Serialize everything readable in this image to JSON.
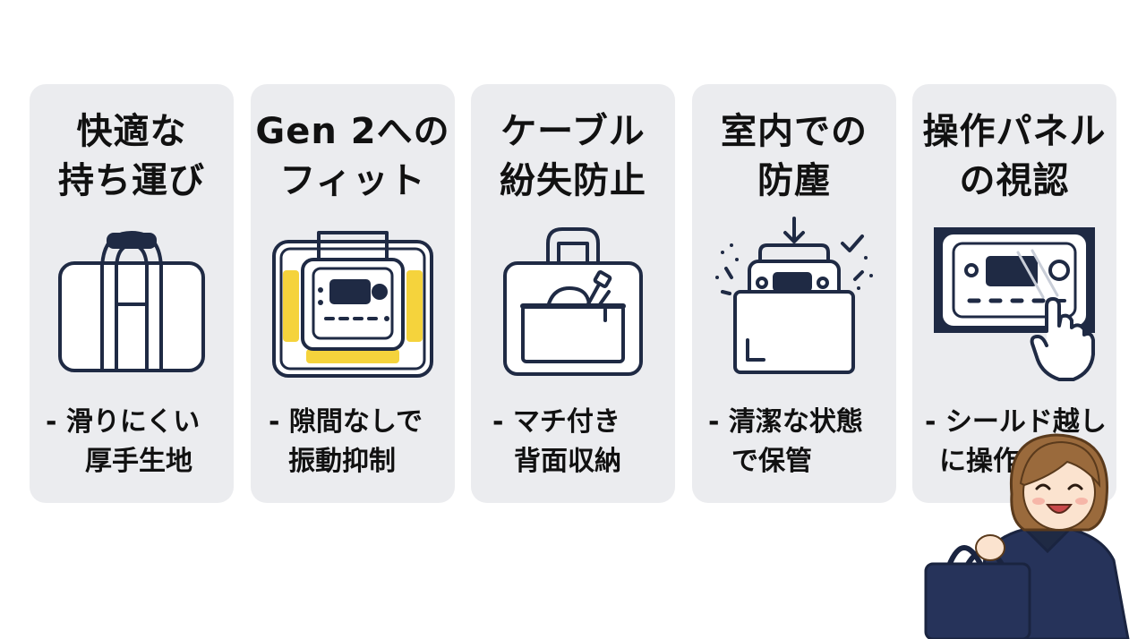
{
  "cards": [
    {
      "title": [
        "快適な",
        "持ち運び"
      ],
      "desc": [
        "- 滑りにくい",
        "厚手生地"
      ],
      "icon": "tote-bag-icon"
    },
    {
      "title": [
        "Gen 2への",
        "フィット"
      ],
      "desc": [
        "- 隙間なしで",
        "振動抑制"
      ],
      "icon": "power-station-in-case-icon"
    },
    {
      "title": [
        "ケーブル",
        "紛失防止"
      ],
      "desc": [
        "- マチ付き",
        "背面収納"
      ],
      "icon": "bag-cable-pocket-icon"
    },
    {
      "title": [
        "室内での",
        "防塵"
      ],
      "desc": [
        "- 清潔な状態",
        "で保管"
      ],
      "icon": "dust-cover-icon"
    },
    {
      "title": [
        "操作パネル",
        "の視認"
      ],
      "desc": [
        "- シールド越し",
        "に操作"
      ],
      "icon": "control-panel-touch-icon"
    }
  ],
  "colors": {
    "card_bg": "#ebecef",
    "navy": "#1f2a44",
    "accent_yellow": "#f5d33c"
  }
}
